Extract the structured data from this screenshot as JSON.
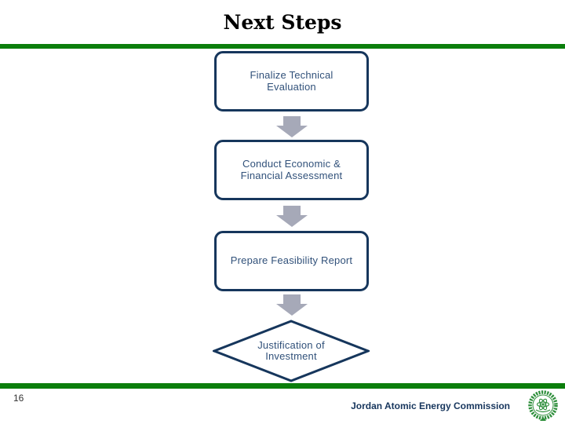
{
  "title": "Next Steps",
  "flowchart": {
    "connector": "down-arrow",
    "steps": [
      {
        "label": "Finalize Technical\nEvaluation",
        "shape": "rounded-rectangle"
      },
      {
        "label": "Conduct Economic &\nFinancial Assessment",
        "shape": "rounded-rectangle"
      },
      {
        "label": "Prepare Feasibility Report",
        "shape": "rounded-rectangle"
      },
      {
        "label": "Justification of\nInvestment",
        "shape": "diamond"
      }
    ]
  },
  "footer": {
    "page_number": "16",
    "organization": "Jordan Atomic Energy Commission",
    "logo": "jaec-wreath-atom-logo"
  },
  "colors": {
    "accent_green": "#0B7E0C",
    "shape_border": "#16365C",
    "shape_text": "#31517A",
    "arrow_fill": "#A6A9B8",
    "footer_text": "#17365D",
    "page_number_color": "#333333",
    "logo_green": "#2F8F3C",
    "title_color": "#000000"
  }
}
